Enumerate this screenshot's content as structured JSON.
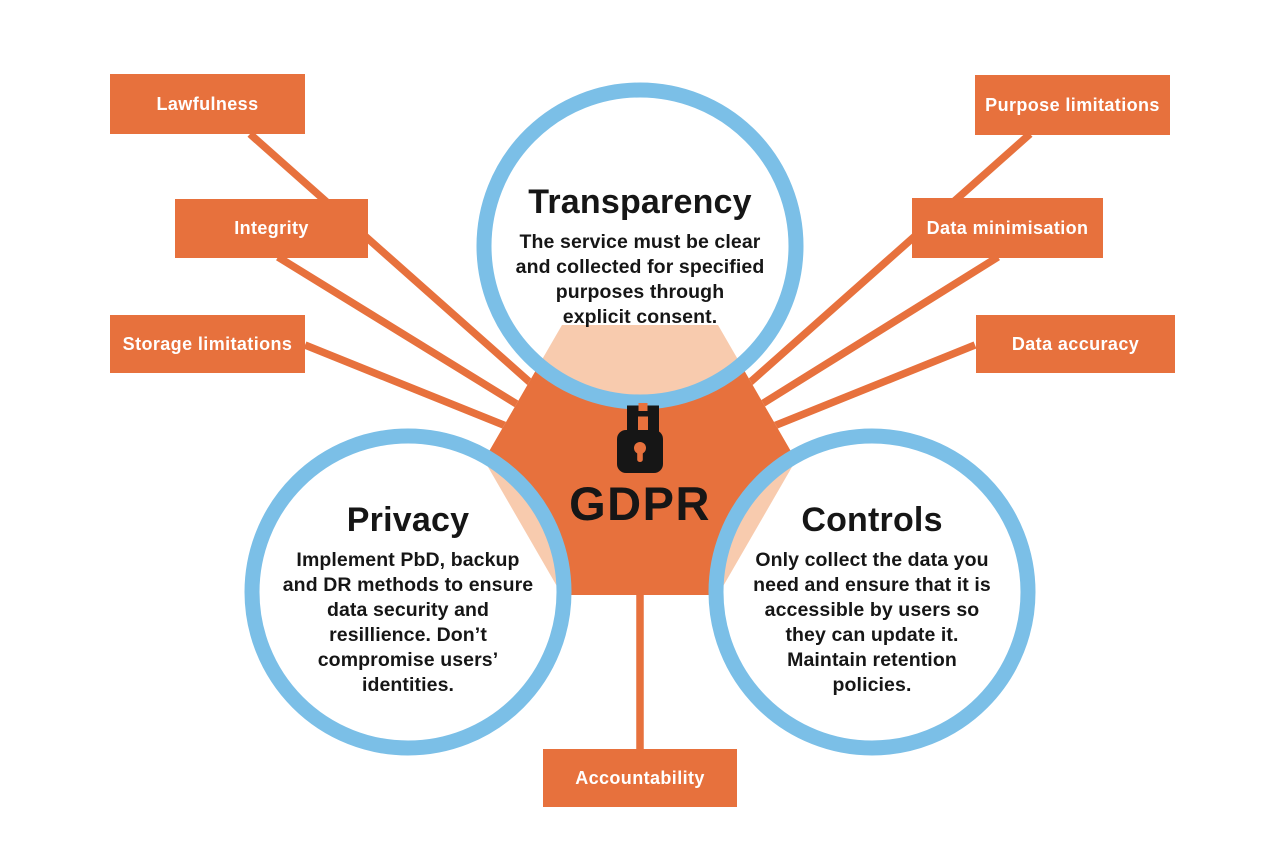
{
  "title": "GDPR",
  "colors": {
    "orange": "#E7713D",
    "peach": "#F8CBAE",
    "blue": "#7BBFE7",
    "ink": "#161616",
    "label_text": "#FFFFFF",
    "background": "#FFFFFF"
  },
  "center": {
    "title": "GDPR",
    "icon": "padlock-icon"
  },
  "nodes": {
    "transparency": {
      "heading": "Transparency",
      "body": "The service must be clear\nand collected for specified\npurposes through\nexplicit consent."
    },
    "privacy": {
      "heading": "Privacy",
      "body": "Implement PbD, backup\nand DR methods to ensure\ndata security and\nresillience. Don’t\ncompromise users’\nidentities."
    },
    "controls": {
      "heading": "Controls",
      "body": "Only collect the data you\nneed and ensure that it is\naccessible by users so\nthey can update it.\nMaintain retention\npolicies."
    }
  },
  "labels": {
    "lawfulness": "Lawfulness",
    "integrity": "Integrity",
    "storage": "Storage limitations",
    "purpose": "Purpose limitations",
    "minimisation": "Data minimisation",
    "accuracy": "Data accuracy",
    "accountability": "Accountability"
  }
}
